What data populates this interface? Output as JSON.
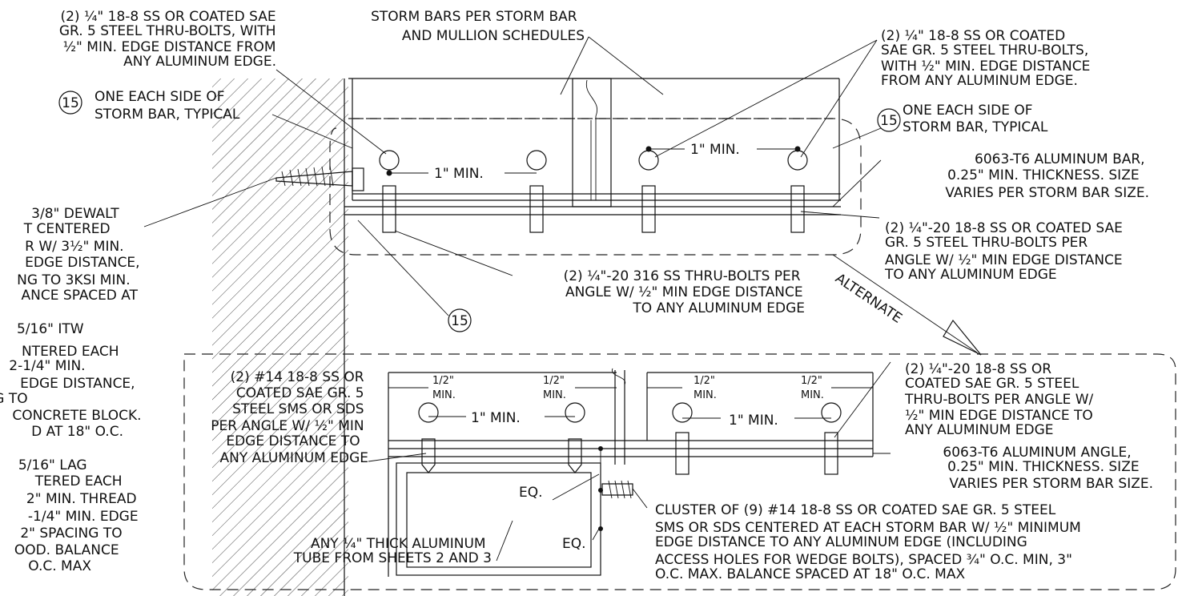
{
  "upper": {
    "note_bolts_tl": [
      "(2) ¼\" 18-8 SS OR COATED SAE",
      "GR. 5 STEEL THRU-BOLTS, WITH",
      "½\" MIN. EDGE DISTANCE FROM",
      "ANY ALUMINUM EDGE."
    ],
    "note_storm_bars": [
      "STORM BARS PER STORM BAR",
      "AND MULLION SCHEDULES"
    ],
    "note_bolts_tr": [
      "(2) ¼\" 18-8 SS OR COATED",
      "SAE GR. 5 STEEL THRU-BOLTS,",
      "WITH ½\" MIN. EDGE DISTANCE",
      "FROM ANY ALUMINUM EDGE."
    ],
    "callout_15": "15",
    "note_each_side": [
      "ONE EACH SIDE OF",
      "STORM BAR, TYPICAL"
    ],
    "dim_1in": "1\" MIN.",
    "note_bar": [
      "6063-T6 ALUMINUM BAR,",
      "0.25\" MIN. THICKNESS. SIZE",
      "VARIES PER STORM BAR SIZE."
    ],
    "note_anchor_a": [
      "3/8\" DEWALT",
      "T CENTERED",
      "R W/ 3½\" MIN.",
      "EDGE DISTANCE,",
      "NG TO 3KSI MIN.",
      "ANCE SPACED AT"
    ],
    "note_anchor_b": [
      "5/16\" ITW",
      "NTERED EACH",
      "2-1/4\" MIN.",
      "EDGE DISTANCE,",
      "G TO",
      "CONCRETE BLOCK.",
      "D AT 18\" O.C."
    ],
    "note_anchor_c": [
      "5/16\" LAG",
      "TERED EACH",
      "2\" MIN. THREAD",
      "-1/4\" MIN. EDGE",
      "2\" SPACING TO",
      "OOD. BALANCE",
      "O.C. MAX"
    ],
    "note_316": [
      "(2) ¼\"-20 316 SS THRU-BOLTS PER",
      "ANGLE W/ ½\" MIN EDGE DISTANCE",
      "TO ANY ALUMINUM EDGE"
    ],
    "note_thru_r": [
      "(2) ¼\"-20 18-8 SS OR COATED SAE",
      "GR. 5 STEEL THRU-BOLTS PER",
      "ANGLE W/ ½\" MIN EDGE DISTANCE",
      "TO ANY ALUMINUM EDGE"
    ],
    "alternate": "ALTERNATE"
  },
  "lower": {
    "note_sms": [
      "(2) #14 18-8 SS OR",
      "COATED SAE GR. 5",
      "STEEL SMS OR SDS",
      "PER ANGLE W/ ½\" MIN",
      "EDGE DISTANCE TO",
      "ANY ALUMINUM EDGE"
    ],
    "dim_half_a": [
      "1/2\"",
      "MIN."
    ],
    "dim_1in": "1\" MIN.",
    "note_thru": [
      "(2) ¼\"-20 18-8 SS OR",
      "COATED SAE GR. 5 STEEL",
      "THRU-BOLTS PER ANGLE W/",
      "½\" MIN EDGE DISTANCE TO",
      "ANY ALUMINUM EDGE"
    ],
    "note_angle": [
      "6063-T6 ALUMINUM ANGLE,",
      "0.25\" MIN. THICKNESS. SIZE",
      "VARIES PER STORM BAR SIZE."
    ],
    "eq": "EQ.",
    "note_tube": [
      "ANY ¼\" THICK ALUMINUM",
      "TUBE FROM SHEETS 2 AND 3"
    ],
    "note_cluster": [
      "CLUSTER OF (9) #14 18-8 SS OR COATED SAE GR. 5 STEEL",
      "SMS OR SDS CENTERED AT EACH STORM BAR W/ ½\" MINIMUM",
      "EDGE DISTANCE TO ANY ALUMINUM EDGE (INCLUDING",
      "ACCESS HOLES FOR WEDGE BOLTS), SPACED ¾\" O.C. MIN, 3\"",
      "O.C. MAX. BALANCE SPACED AT 18\" O.C. MAX"
    ]
  }
}
